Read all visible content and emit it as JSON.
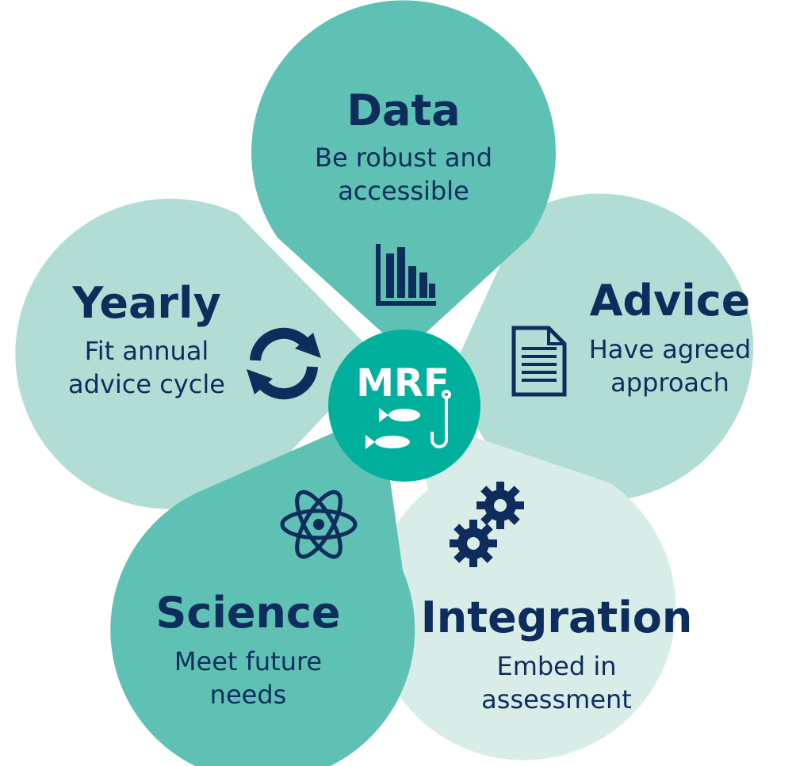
{
  "center": {
    "label": "MRF"
  },
  "petals": [
    {
      "id": "data",
      "title": "Data",
      "lines": [
        "Be robust and",
        "accessible"
      ],
      "icon": "bar-chart-icon",
      "color": "#5fc1b3"
    },
    {
      "id": "advice",
      "title": "Advice",
      "lines": [
        "Have agreed",
        "approach"
      ],
      "icon": "document-icon",
      "color": "#b2ddd5"
    },
    {
      "id": "integration",
      "title": "Integration",
      "lines": [
        "Embed in",
        "assessment"
      ],
      "icon": "gears-icon",
      "color": "#d8ede8"
    },
    {
      "id": "science",
      "title": "Science",
      "lines": [
        "Meet future",
        "needs"
      ],
      "icon": "atom-icon",
      "color": "#5fc1b3"
    },
    {
      "id": "yearly",
      "title": "Yearly",
      "lines": [
        "Fit annual",
        "advice cycle"
      ],
      "icon": "cycle-arrows-icon",
      "color": "#b2ddd5"
    }
  ],
  "colors": {
    "text": "#0e2d5c",
    "hub": "#00b09c",
    "hub_text": "#ffffff"
  }
}
